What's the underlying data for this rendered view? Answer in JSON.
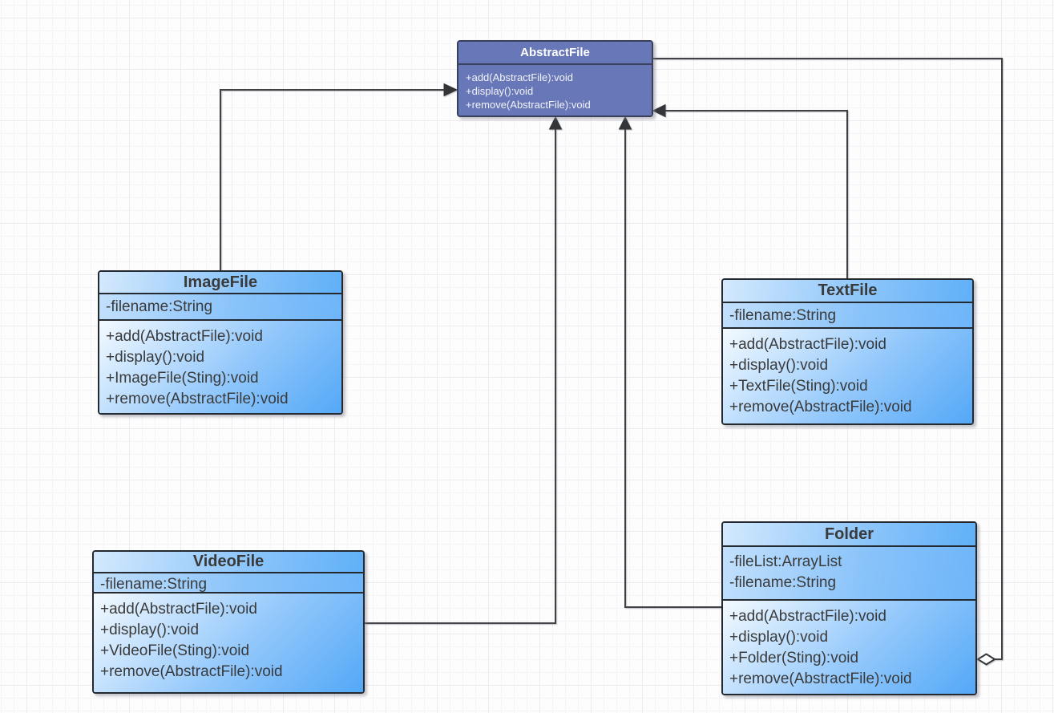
{
  "diagram_type": "uml-class-diagram",
  "colors": {
    "canvas_background": "#fdfdfe",
    "grid_minor": "#f5f4f7",
    "grid_major": "#edebf0",
    "node_gradient_light": "#f4faff",
    "node_gradient_deep": "#54a8f7",
    "node_border": "#252a31",
    "abstract_fill": "#6877b8",
    "abstract_border": "#39415c",
    "abstract_text": "#ffffff",
    "node_text": "#3a3a3a",
    "wire": "#3f4145"
  },
  "classes": {
    "abstract_file": {
      "title": "AbstractFile",
      "attributes": [],
      "methods": [
        "+add(AbstractFile):void",
        "+display():void",
        "+remove(AbstractFile):void"
      ]
    },
    "image_file": {
      "title": "ImageFile",
      "attributes": [
        "-filename:String"
      ],
      "methods": [
        "+add(AbstractFile):void",
        "+display():void",
        "+ImageFile(Sting):void",
        "+remove(AbstractFile):void"
      ]
    },
    "text_file": {
      "title": "TextFile",
      "attributes": [
        "-filename:String"
      ],
      "methods": [
        "+add(AbstractFile):void",
        "+display():void",
        "+TextFile(Sting):void",
        "+remove(AbstractFile):void"
      ]
    },
    "video_file": {
      "title": "VideoFile",
      "attributes": [
        "-filename:String"
      ],
      "methods": [
        "+add(AbstractFile):void",
        "+display():void",
        "+VideoFile(Sting):void",
        "+remove(AbstractFile):void"
      ]
    },
    "folder": {
      "title": "Folder",
      "attributes": [
        "-fileList:ArrayList",
        "-filename:String"
      ],
      "methods": [
        "+add(AbstractFile):void",
        "+display():void",
        "+Folder(Sting):void",
        "+remove(AbstractFile):void"
      ]
    }
  },
  "relations": [
    {
      "type": "generalization",
      "from": "ImageFile",
      "to": "AbstractFile"
    },
    {
      "type": "generalization",
      "from": "TextFile",
      "to": "AbstractFile"
    },
    {
      "type": "generalization",
      "from": "VideoFile",
      "to": "AbstractFile"
    },
    {
      "type": "generalization",
      "from": "Folder",
      "to": "AbstractFile"
    },
    {
      "type": "aggregation",
      "from": "Folder",
      "to": "AbstractFile"
    }
  ]
}
